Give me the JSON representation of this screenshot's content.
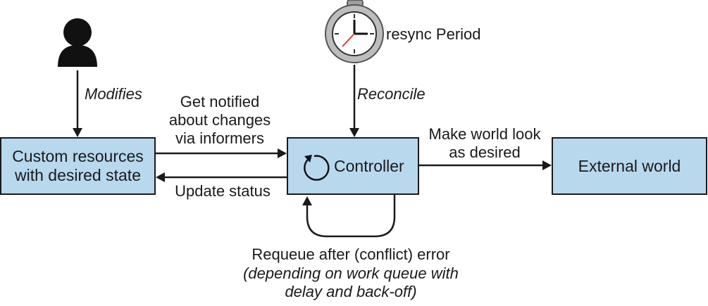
{
  "nodes": {
    "custom_resources": "Custom resources\nwith desired state",
    "controller": "Controller",
    "external_world": "External world"
  },
  "labels": {
    "resync_period": "resync Period",
    "modifies": "Modifies",
    "reconcile": "Reconcile",
    "get_notified": "Get notified\nabout changes\nvia informers",
    "update_status": "Update status",
    "make_world": "Make world look\nas desired",
    "requeue": "Requeue after (conflict) error",
    "requeue_detail": "(depending on work queue with\ndelay and back-off)"
  },
  "icons": {
    "user": "person-icon",
    "clock": "stopwatch-icon",
    "loop": "cycle-icon"
  },
  "colors": {
    "box_fill": "#b8d8ee",
    "stroke": "#1a1a1a",
    "clock_hand_accent": "#e53935"
  }
}
